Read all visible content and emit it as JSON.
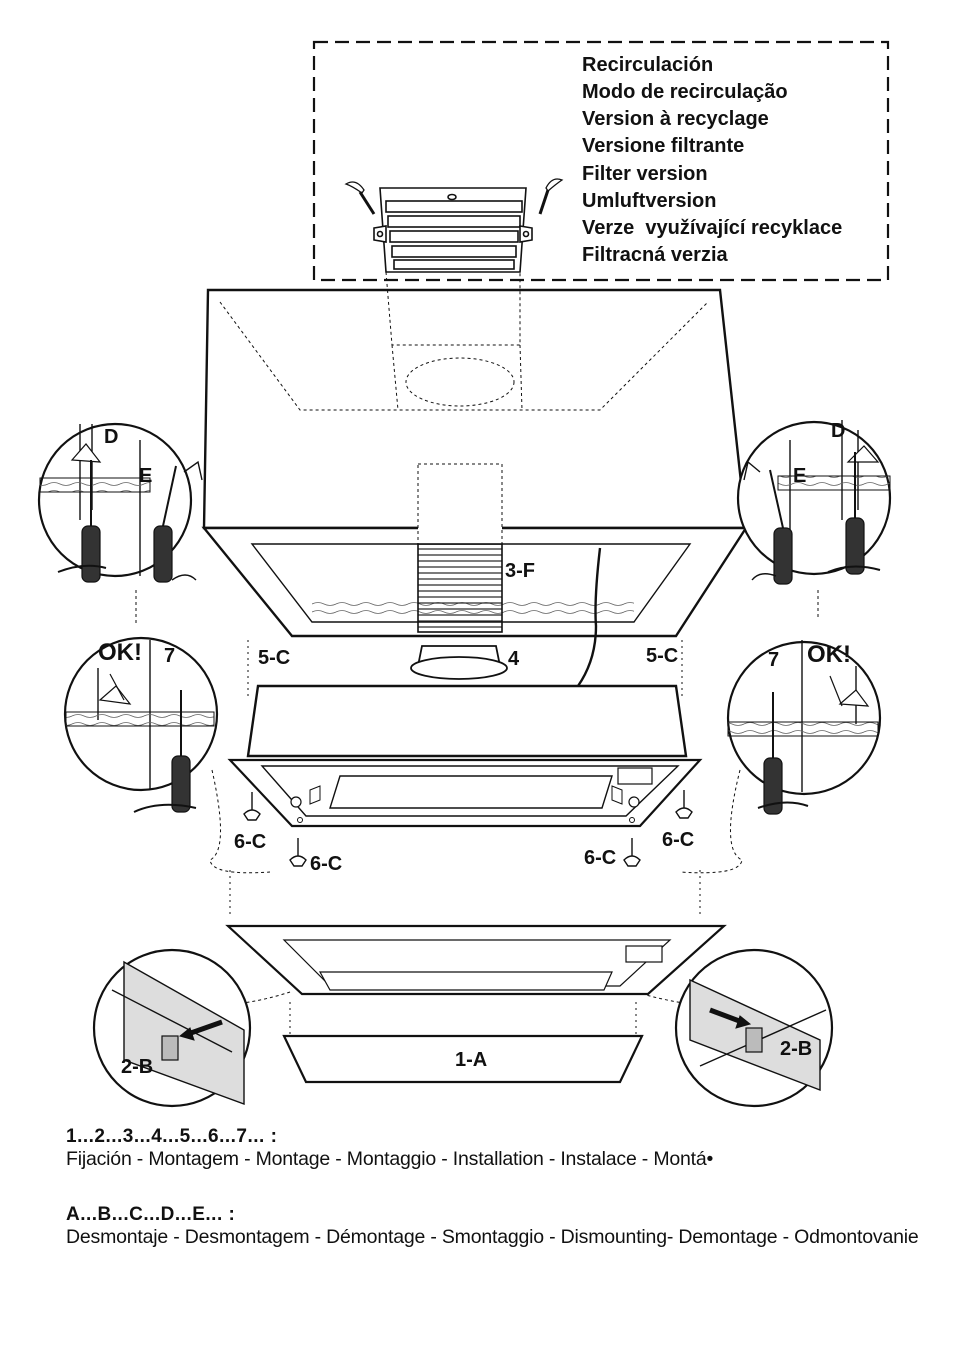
{
  "recirculation_modes": [
    "Recirculación",
    "Modo de recirculação",
    "Version à recyclage",
    "Versione filtrante",
    "Filter version",
    "Umluftversion",
    "Verze  využívající recyklace",
    "Filtracná verzia"
  ],
  "labels": {
    "d_left": "D",
    "e_left": "E",
    "d_right": "D",
    "e_right": "E",
    "ok_left": "OK!",
    "seven_left": "7",
    "ok_right": "OK!",
    "seven_right": "7",
    "duct": "3-F",
    "flange": "4",
    "screw_left_a": "5-C",
    "screw_right_a": "5-C",
    "screw_left_b": "6-C",
    "screw_left_c": "6-C",
    "screw_right_b": "6-C",
    "screw_right_c": "6-C",
    "clip_left": "2-B",
    "clip_right": "2-B",
    "panel": "1-A"
  },
  "footer": {
    "mount_steps": "1...2...3...4...5...6...7... :",
    "mount_text": "Fijación - Montagem - Montage - Montaggio - Installation - Instalace - Montá•",
    "dismount_steps": "A...B...C...D...E... :",
    "dismount_text": "Desmontaje - Desmontagem - Démontage - Smontaggio - Dismounting- Demontage - Odmontovanie"
  }
}
